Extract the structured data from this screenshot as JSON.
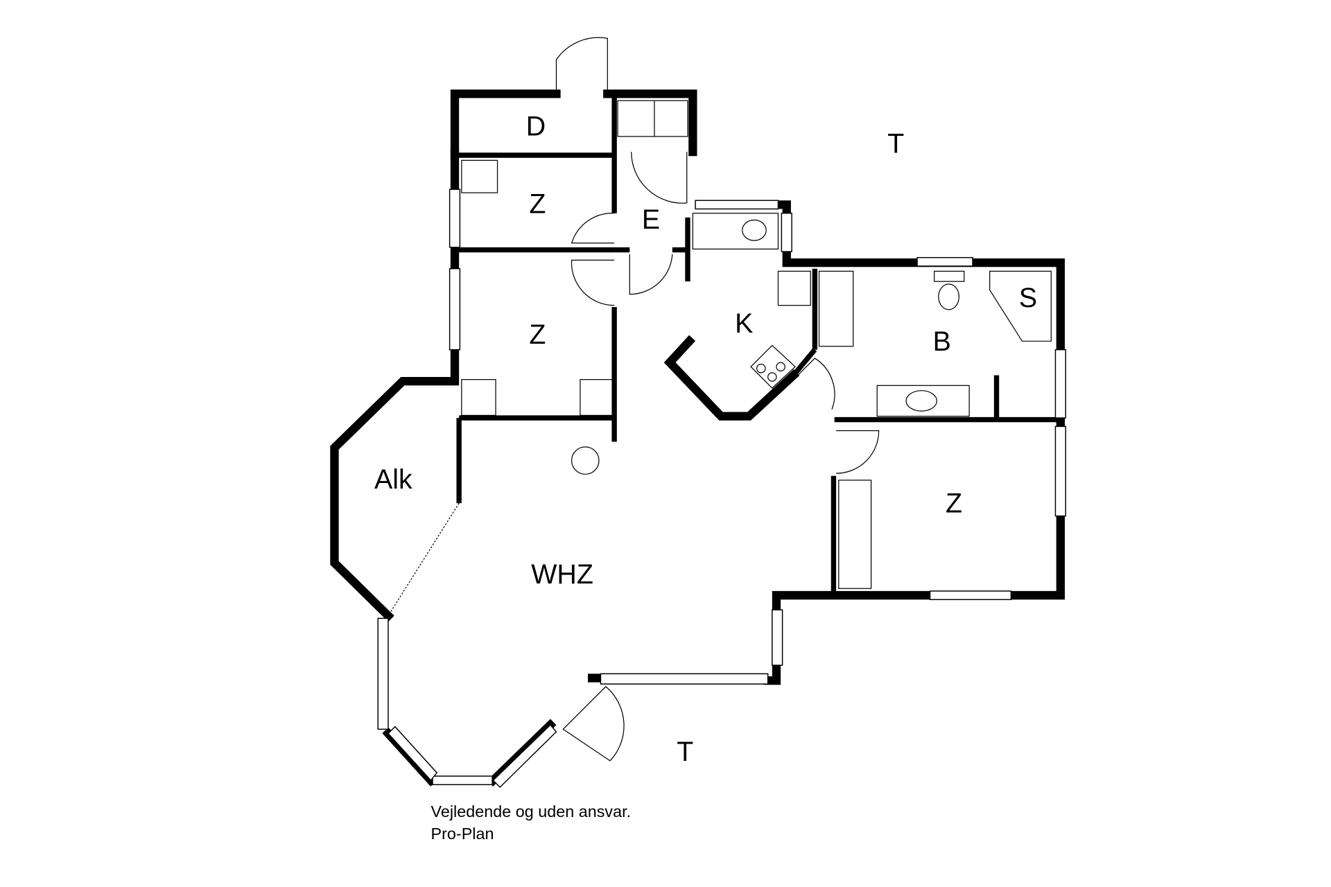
{
  "plan": {
    "rooms": {
      "d": "D",
      "z1": "Z",
      "e": "E",
      "z2": "Z",
      "k": "K",
      "b": "B",
      "s": "S",
      "alk": "Alk",
      "whz": "WHZ",
      "z3": "Z",
      "t_top": "T",
      "t_bottom": "T"
    },
    "disclaimer": "Vejledende og uden ansvar.",
    "company": "Pro-Plan"
  }
}
